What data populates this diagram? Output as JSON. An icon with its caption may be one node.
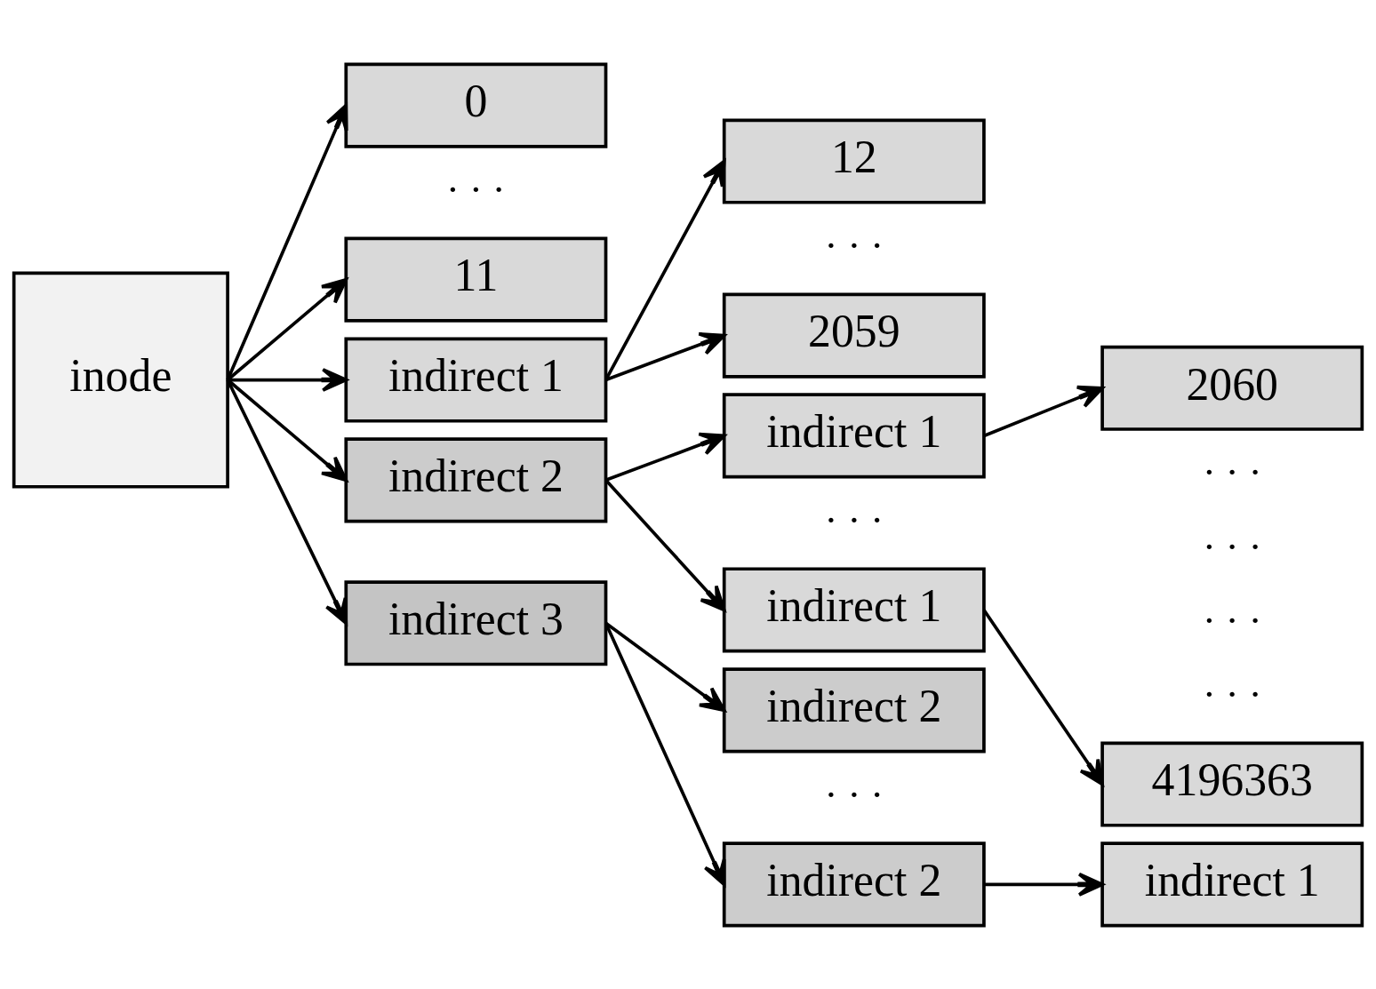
{
  "diagram": {
    "nodes": [
      {
        "text": [
          "inode"
        ]
      },
      {
        "text": [
          "0"
        ]
      },
      {
        "text": [
          "11"
        ]
      },
      {
        "text": [
          "indirect 1"
        ]
      },
      {
        "text": [
          "indirect 2"
        ]
      },
      {
        "text": [
          "indirect 3"
        ]
      },
      {
        "text": [
          "12"
        ]
      },
      {
        "text": [
          "2059"
        ]
      },
      {
        "text": [
          "indirect 1"
        ]
      },
      {
        "text": [
          "indirect 1"
        ]
      },
      {
        "text": [
          "indirect 2"
        ]
      },
      {
        "text": [
          "indirect 2"
        ]
      },
      {
        "text": [
          "2060"
        ]
      },
      {
        "text": [
          "4196363"
        ]
      },
      {
        "text": [
          "indirect 1"
        ]
      }
    ],
    "edges": [
      {
        "from": 0,
        "to": 1,
        "arrow": "to"
      },
      {
        "from": 0,
        "to": 2,
        "arrow": "to"
      },
      {
        "from": 0,
        "to": 3,
        "arrow": "to"
      },
      {
        "from": 0,
        "to": 4,
        "arrow": "to"
      },
      {
        "from": 0,
        "to": 5,
        "arrow": "to"
      },
      {
        "from": 3,
        "to": 6,
        "arrow": "to"
      },
      {
        "from": 3,
        "to": 7,
        "arrow": "to"
      },
      {
        "from": 4,
        "to": 8,
        "arrow": "to"
      },
      {
        "from": 4,
        "to": 9,
        "arrow": "to"
      },
      {
        "from": 5,
        "to": 10,
        "arrow": "to"
      },
      {
        "from": 5,
        "to": 11,
        "arrow": "to"
      },
      {
        "from": 8,
        "to": 12,
        "arrow": "to"
      },
      {
        "from": 9,
        "to": 13,
        "arrow": "to"
      },
      {
        "from": 11,
        "to": 14,
        "arrow": "to"
      }
    ],
    "labels": [
      "· · ·",
      "· · ·",
      "· · ·",
      "· · ·",
      "· · ·",
      "· · ·",
      "· · ·",
      "· · ·"
    ]
  }
}
